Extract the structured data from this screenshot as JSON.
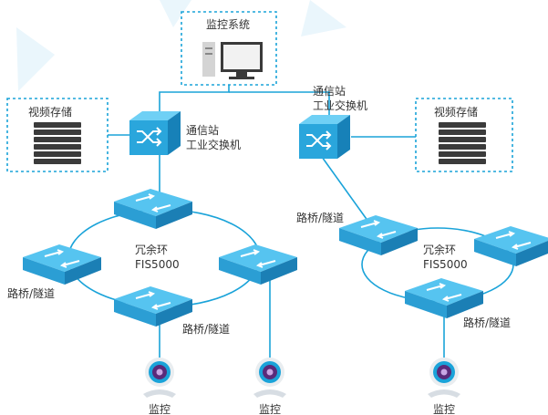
{
  "monitor_system": {
    "title": "监控系统"
  },
  "station_left": {
    "line1": "通信站",
    "line2": "工业交换机"
  },
  "station_right": {
    "line1": "通信站",
    "line2": "工业交换机"
  },
  "storage_left": {
    "title": "视频存储"
  },
  "storage_right": {
    "title": "视频存储"
  },
  "ring_left": {
    "line1": "冗余环",
    "line2": "FIS5000"
  },
  "ring_right": {
    "line1": "冗余环",
    "line2": "FIS5000"
  },
  "tunnel_labels": [
    "路桥/隧道",
    "路桥/隧道",
    "路桥/隧道",
    "路桥/隧道"
  ],
  "camera_labels": [
    "监控",
    "监控",
    "监控"
  ],
  "colors": {
    "accent": "#1aa3d9",
    "switch_top": "#4fc0ee",
    "switch_side": "#1e8fc7",
    "camera": "#5a2a7a"
  },
  "icons": [
    "computer-icon",
    "core-switch-icon",
    "ring-switch-icon",
    "storage-rack-icon",
    "camera-icon"
  ]
}
